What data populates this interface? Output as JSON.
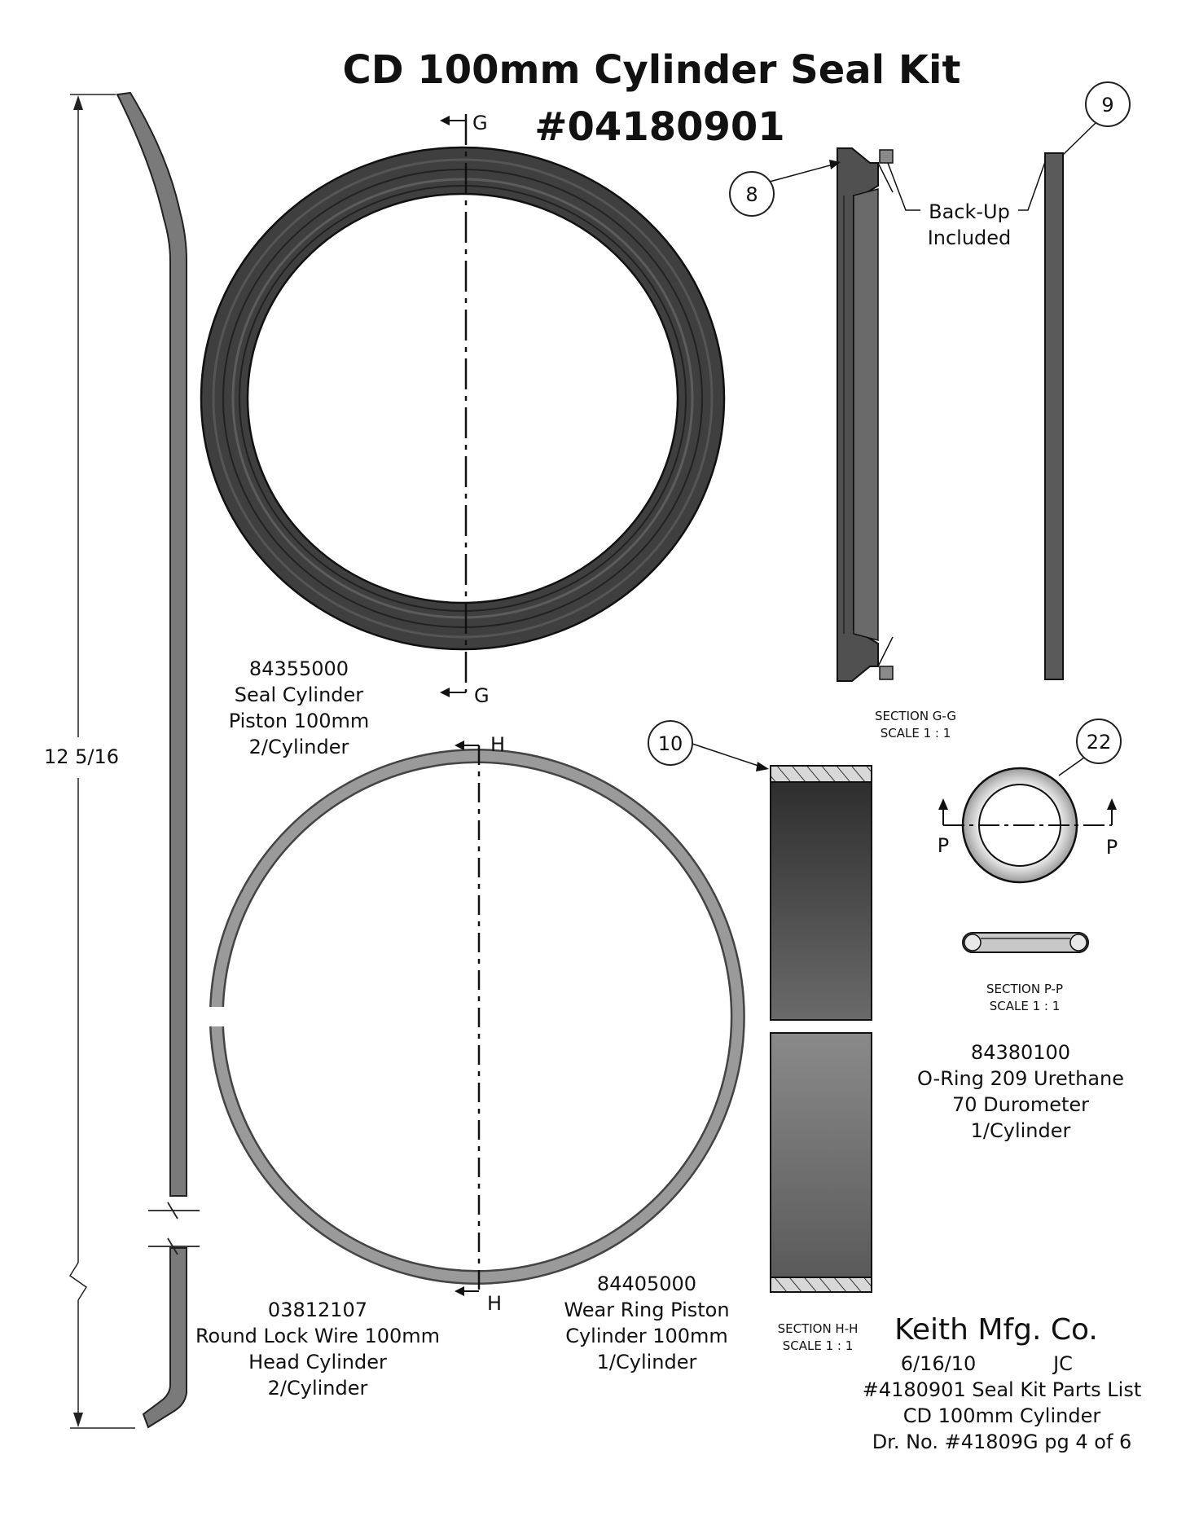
{
  "title": {
    "line1": "CD 100mm  Cylinder Seal Kit",
    "line2": "#04180901"
  },
  "dimension": {
    "overall_length": "12 5/16"
  },
  "section_marks": {
    "g": "G",
    "h": "H",
    "p": "P"
  },
  "balloons": {
    "b8": "8",
    "b9": "9",
    "b10": "10",
    "b22": "22"
  },
  "callouts": {
    "backup_line1": "Back-Up",
    "backup_line2": "Included"
  },
  "views": {
    "section_gg": {
      "name": "SECTION G-G",
      "scale": "SCALE 1 : 1"
    },
    "section_hh": {
      "name": "SECTION H-H",
      "scale": "SCALE 1 : 1"
    },
    "section_pp": {
      "name": "SECTION P-P",
      "scale": "SCALE 1 : 1"
    }
  },
  "parts": {
    "seal_cylinder": {
      "number": "84355000",
      "line1": "Seal Cylinder",
      "line2": "Piston 100mm",
      "qty": "2/Cylinder"
    },
    "lock_wire": {
      "number": "03812107",
      "line1": "Round Lock Wire 100mm",
      "line2": "Head Cylinder",
      "qty": "2/Cylinder"
    },
    "wear_ring": {
      "number": "84405000",
      "line1": "Wear Ring Piston",
      "line2": "Cylinder 100mm",
      "qty": "1/Cylinder"
    },
    "o_ring": {
      "number": "84380100",
      "line1": "O-Ring 209 Urethane",
      "line2": "70 Durometer",
      "qty": "1/Cylinder"
    }
  },
  "title_block": {
    "company": "Keith Mfg. Co.",
    "date": "6/16/10",
    "initials": "JC",
    "line1": "#4180901 Seal Kit Parts List",
    "line2": "CD 100mm Cylinder",
    "line3": "Dr. No. #41809G pg 4 of 6"
  }
}
